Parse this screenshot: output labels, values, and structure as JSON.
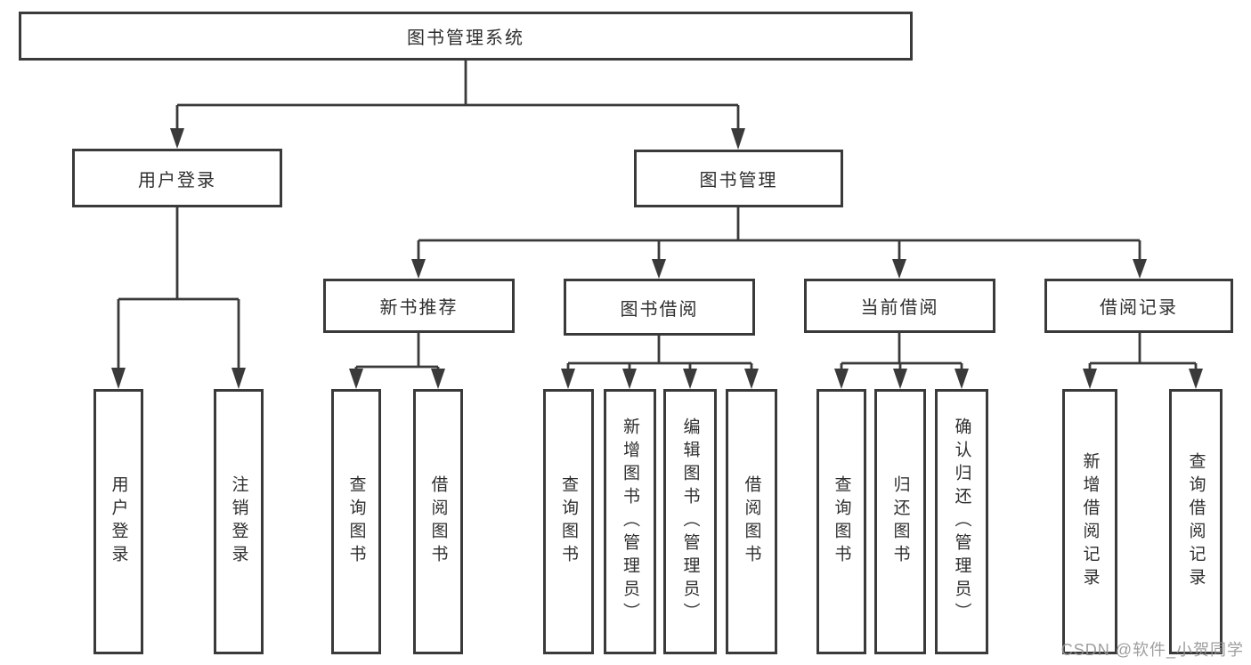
{
  "tree": {
    "root": "图书管理系统",
    "level2": [
      {
        "label": "用户登录",
        "children": [
          "用户登录",
          "注销登录"
        ]
      },
      {
        "label": "图书管理",
        "children": [
          {
            "label": "新书推荐",
            "children": [
              "查询图书",
              "借阅图书"
            ]
          },
          {
            "label": "图书借阅",
            "children": [
              "查询图书",
              "新增图书（管理员）",
              "编辑图书（管理员）",
              "借阅图书"
            ]
          },
          {
            "label": "当前借阅",
            "children": [
              "查询图书",
              "归还图书",
              "确认归还（管理员）"
            ]
          },
          {
            "label": "借阅记录",
            "children": [
              "新增借阅记录",
              "查询借阅记录"
            ]
          }
        ]
      }
    ]
  },
  "watermark": "CSDN @软件_小贺同学",
  "colors": {
    "line": "#3a3a3a",
    "box_border": "#3a3a3a",
    "text": "#2f2f2f",
    "watermark": "#949494",
    "background": "#ffffff"
  }
}
